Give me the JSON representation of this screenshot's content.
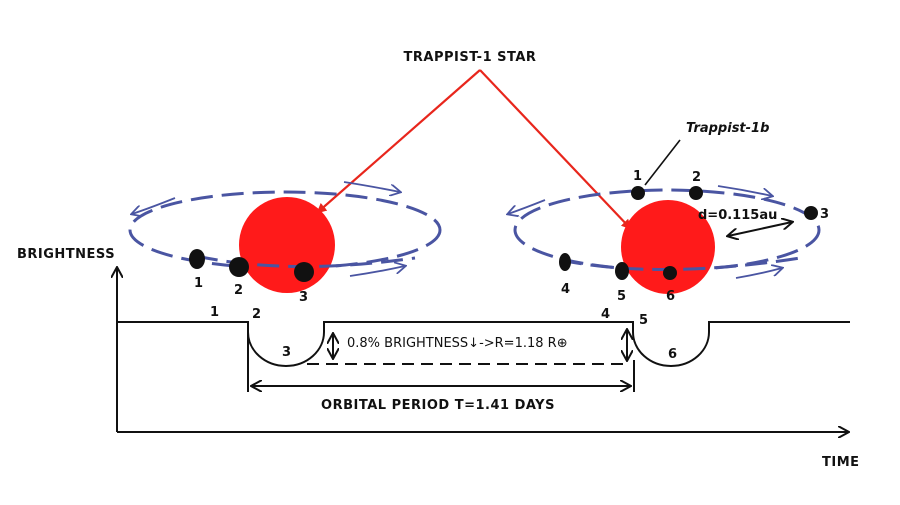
{
  "labels": {
    "star": "TRAPPIST-1 STAR",
    "planet_name": "Trappist-1b",
    "distance": "d=0.115au",
    "brightness_axis": "BRIGHTNESS",
    "time_axis": "TIME",
    "depth_note": "0.8% BRIGHTNESS↓->R=1.18 R⊕",
    "period_note": "ORBITAL PERIOD T=1.41 DAYS"
  },
  "left_orbit_positions": [
    "1",
    "2",
    "3"
  ],
  "right_orbit_positions": [
    "1",
    "2",
    "3",
    "4",
    "5",
    "6"
  ],
  "lightcurve_positions": [
    "1",
    "2",
    "3",
    "4",
    "5",
    "6"
  ],
  "colors": {
    "star": "#ff1a1a",
    "orbit": "#4a55a2",
    "pointer": "#e8261c",
    "ink": "#111111"
  }
}
